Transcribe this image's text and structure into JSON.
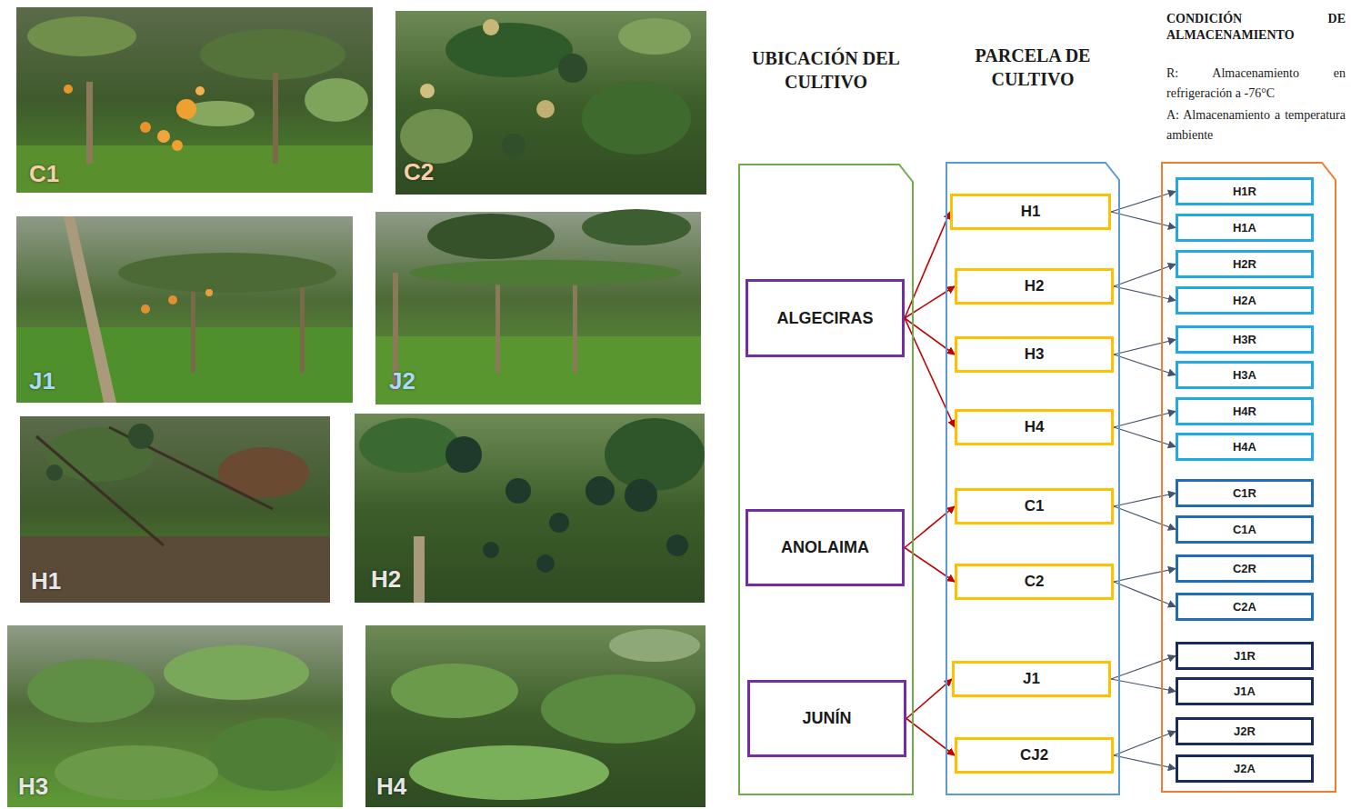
{
  "diagram": {
    "nodes": [
      {
        "text": [
          "UBICACIÓN DEL CULTIVO"
        ]
      },
      {
        "text": [
          "ALGECIRAS"
        ],
        "in": 0
      },
      {
        "text": [
          "ANOLAIMA"
        ],
        "in": 0
      },
      {
        "text": [
          "JUNÍN"
        ],
        "in": 0
      },
      {
        "text": [
          "PARCELA DE CULTIVO"
        ]
      },
      {
        "text": [
          "H1"
        ],
        "in": 4
      },
      {
        "text": [
          "H2"
        ],
        "in": 4
      },
      {
        "text": [
          "H3"
        ],
        "in": 4
      },
      {
        "text": [
          "H4"
        ],
        "in": 4
      },
      {
        "text": [
          "C1"
        ],
        "in": 4
      },
      {
        "text": [
          "C2"
        ],
        "in": 4
      },
      {
        "text": [
          "J1"
        ],
        "in": 4
      },
      {
        "text": [
          "CJ2"
        ],
        "in": 4
      },
      {
        "text": [
          "CONDICIÓN DE ALMACENAMIENTO",
          "R: Almacenamiento en refrigeración a -76°C",
          "A: Almacenamiento a temperatura ambiente"
        ]
      },
      {
        "text": [
          "H1R"
        ],
        "in": 13
      },
      {
        "text": [
          "H1A"
        ],
        "in": 13
      },
      {
        "text": [
          "H2R"
        ],
        "in": 13
      },
      {
        "text": [
          "H2A"
        ],
        "in": 13
      },
      {
        "text": [
          "H3R"
        ],
        "in": 13
      },
      {
        "text": [
          "H3A"
        ],
        "in": 13
      },
      {
        "text": [
          "H4R"
        ],
        "in": 13
      },
      {
        "text": [
          "H4A"
        ],
        "in": 13
      },
      {
        "text": [
          "C1R"
        ],
        "in": 13
      },
      {
        "text": [
          "C1A"
        ],
        "in": 13
      },
      {
        "text": [
          "C2R"
        ],
        "in": 13
      },
      {
        "text": [
          "C2A"
        ],
        "in": 13
      },
      {
        "text": [
          "J1R"
        ],
        "in": 13
      },
      {
        "text": [
          "J1A"
        ],
        "in": 13
      },
      {
        "text": [
          "J2R"
        ],
        "in": 13
      },
      {
        "text": [
          "J2A"
        ],
        "in": 13
      }
    ],
    "edges": [
      {
        "from": 1,
        "to": 5,
        "arrow": "to"
      },
      {
        "from": 1,
        "to": 6,
        "arrow": "to"
      },
      {
        "from": 1,
        "to": 7,
        "arrow": "to"
      },
      {
        "from": 1,
        "to": 8,
        "arrow": "to"
      },
      {
        "from": 2,
        "to": 9,
        "arrow": "to"
      },
      {
        "from": 2,
        "to": 10,
        "arrow": "to"
      },
      {
        "from": 3,
        "to": 11,
        "arrow": "to"
      },
      {
        "from": 3,
        "to": 12,
        "arrow": "to"
      },
      {
        "from": 5,
        "to": 14,
        "arrow": "to"
      },
      {
        "from": 5,
        "to": 15,
        "arrow": "to"
      },
      {
        "from": 6,
        "to": 16,
        "arrow": "to"
      },
      {
        "from": 6,
        "to": 17,
        "arrow": "to"
      },
      {
        "from": 7,
        "to": 18,
        "arrow": "to"
      },
      {
        "from": 7,
        "to": 19,
        "arrow": "to"
      },
      {
        "from": 8,
        "to": 20,
        "arrow": "to"
      },
      {
        "from": 8,
        "to": 21,
        "arrow": "to"
      },
      {
        "from": 9,
        "to": 22,
        "arrow": "to"
      },
      {
        "from": 9,
        "to": 23,
        "arrow": "to"
      },
      {
        "from": 10,
        "to": 24,
        "arrow": "to"
      },
      {
        "from": 10,
        "to": 25,
        "arrow": "to"
      },
      {
        "from": 11,
        "to": 26,
        "arrow": "to"
      },
      {
        "from": 11,
        "to": 27,
        "arrow": "to"
      },
      {
        "from": 12,
        "to": 28,
        "arrow": "to"
      },
      {
        "from": 12,
        "to": 29,
        "arrow": "to"
      }
    ],
    "labels": [
      "C1",
      "C2",
      "J1",
      "J2",
      "H1",
      "H2",
      "H3",
      "H4"
    ]
  }
}
